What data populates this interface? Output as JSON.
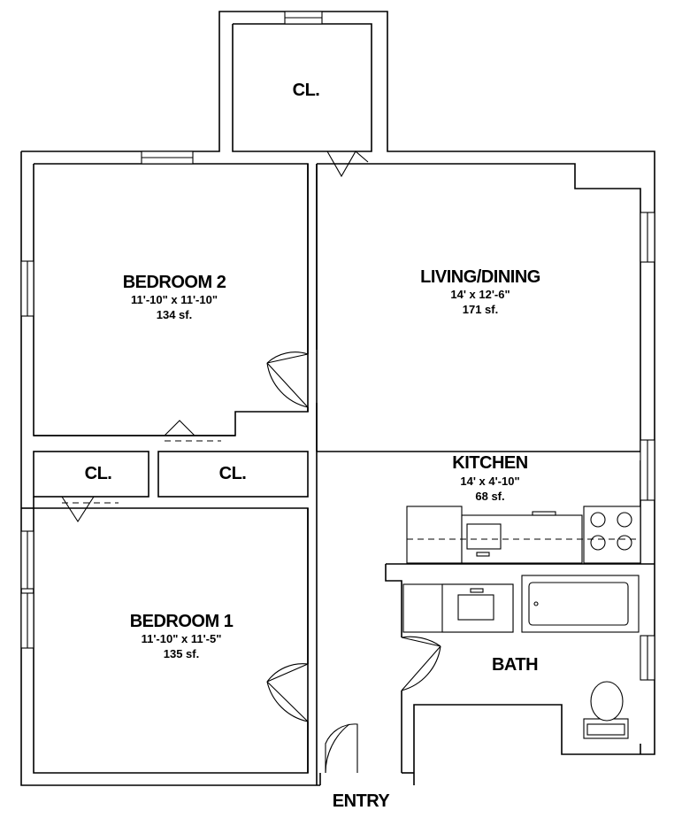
{
  "rooms": {
    "living": {
      "name": "LIVING/DINING",
      "dims": "14' x 12'-6\"",
      "area": "171 sf."
    },
    "kitchen": {
      "name": "KITCHEN",
      "dims": "14' x 4'-10\"",
      "area": "68 sf."
    },
    "bedroom2": {
      "name": "BEDROOM 2",
      "dims": "11'-10\" x 11'-10\"",
      "area": "134 sf."
    },
    "bedroom1": {
      "name": "BEDROOM 1",
      "dims": "11'-10\" x 11'-5\"",
      "area": "135 sf."
    },
    "bath": {
      "name": "BATH"
    },
    "closet_top": {
      "name": "CL."
    },
    "closet_left": {
      "name": "CL."
    },
    "closet_mid": {
      "name": "CL."
    },
    "entry": {
      "name": "ENTRY"
    }
  }
}
